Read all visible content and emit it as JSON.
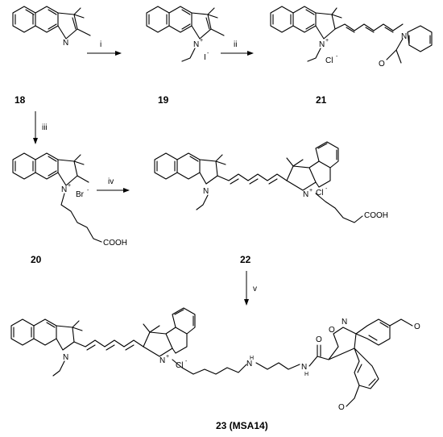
{
  "compounds": {
    "c18": "18",
    "c19": "19",
    "c20": "20",
    "c21": "21",
    "c22": "22",
    "c23": "23 (MSA14)"
  },
  "steps": {
    "i": "i",
    "ii": "ii",
    "iii": "iii",
    "iv": "iv",
    "v": "v"
  },
  "atoms": {
    "N": "N",
    "NH": "H",
    "O": "O",
    "cation": "+",
    "iodide": "I",
    "bromide": "Br",
    "chloride": "Cl",
    "minus": "-",
    "cooh": "COOH",
    "isoxazole_o": "O",
    "isoxazole_n": "N"
  }
}
